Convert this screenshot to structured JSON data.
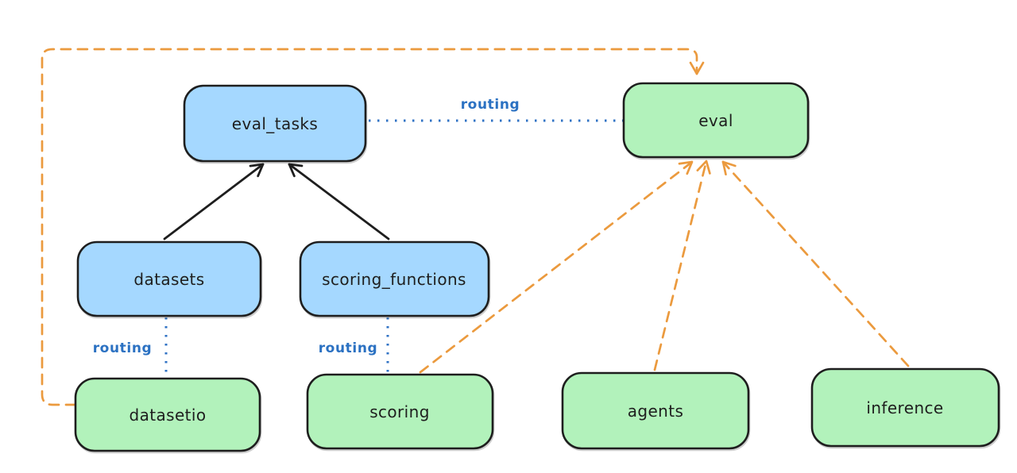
{
  "palette": {
    "background": "#ffffff",
    "node_stroke": "#1e1e1e",
    "blue_node_fill": "#a5d8ff",
    "green_node_fill": "#b2f2bb",
    "routing_blue": "#2b71c2",
    "arrow_black": "#1e1e1e",
    "arrow_orange": "#eb9a3e"
  },
  "nodes": [
    {
      "id": "eval_tasks",
      "label": "eval_tasks",
      "fill": "#a5d8ff"
    },
    {
      "id": "eval",
      "label": "eval",
      "fill": "#b2f2bb"
    },
    {
      "id": "datasets",
      "label": "datasets",
      "fill": "#a5d8ff"
    },
    {
      "id": "scoring_functions",
      "label": "scoring_functions",
      "fill": "#a5d8ff"
    },
    {
      "id": "datasetio",
      "label": "datasetio",
      "fill": "#b2f2bb"
    },
    {
      "id": "scoring",
      "label": "scoring",
      "fill": "#b2f2bb"
    },
    {
      "id": "agents",
      "label": "agents",
      "fill": "#b2f2bb"
    },
    {
      "id": "inference",
      "label": "inference",
      "fill": "#b2f2bb"
    }
  ],
  "edges": [
    {
      "from": "datasets",
      "to": "eval_tasks",
      "style": "solid-arrow",
      "color": "#1e1e1e"
    },
    {
      "from": "scoring_functions",
      "to": "eval_tasks",
      "style": "solid-arrow",
      "color": "#1e1e1e"
    },
    {
      "from": "eval_tasks",
      "to": "eval",
      "style": "dotted",
      "color": "#2b71c2",
      "label": "routing"
    },
    {
      "from": "datasets",
      "to": "datasetio",
      "style": "dotted",
      "color": "#2b71c2",
      "label": "routing"
    },
    {
      "from": "scoring_functions",
      "to": "scoring",
      "style": "dotted",
      "color": "#2b71c2",
      "label": "routing"
    },
    {
      "from": "datasetio",
      "to": "eval",
      "style": "dashed-arrow",
      "color": "#eb9a3e",
      "route": "loop-left-top"
    },
    {
      "from": "scoring",
      "to": "eval",
      "style": "dashed-arrow",
      "color": "#eb9a3e"
    },
    {
      "from": "agents",
      "to": "eval",
      "style": "dashed-arrow",
      "color": "#eb9a3e"
    },
    {
      "from": "inference",
      "to": "eval",
      "style": "dashed-arrow",
      "color": "#eb9a3e"
    }
  ]
}
